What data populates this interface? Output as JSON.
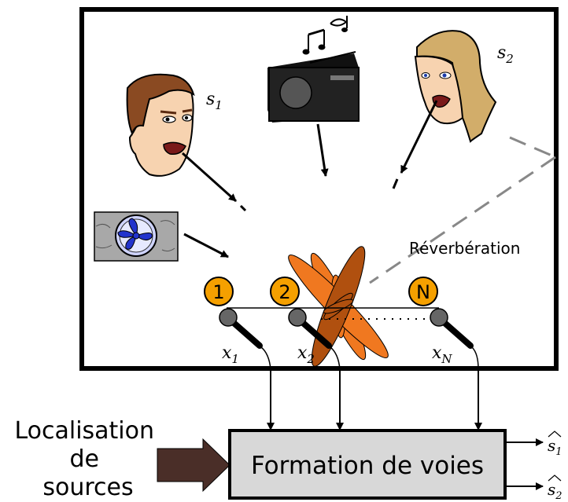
{
  "speakers": {
    "s1": {
      "base": "s",
      "sub": "1"
    },
    "s2": {
      "base": "s",
      "sub": "2"
    }
  },
  "reverb_label": "Réverbération",
  "mic_badges": [
    "1",
    "2",
    "N"
  ],
  "mic_signals": [
    {
      "base": "x",
      "sub": "1"
    },
    {
      "base": "x",
      "sub": "2"
    },
    {
      "base": "x",
      "sub": "N"
    }
  ],
  "localisation": {
    "line1": "Localisation",
    "line2": "de",
    "line3": "sources"
  },
  "beamformer_label": "Formation de voies",
  "outputs": [
    {
      "base": "s",
      "sub": "1"
    },
    {
      "base": "s",
      "sub": "2"
    }
  ],
  "colors": {
    "frame": "#000000",
    "lobe_orange": "#f07820",
    "lobe_brown": "#b0500f",
    "badge": "#f5a000",
    "block_fill": "#d8d8d8",
    "arrow_brown": "#4a2e28",
    "fan_bg": "#a8a8a8",
    "fan_blue": "#2233cc"
  }
}
